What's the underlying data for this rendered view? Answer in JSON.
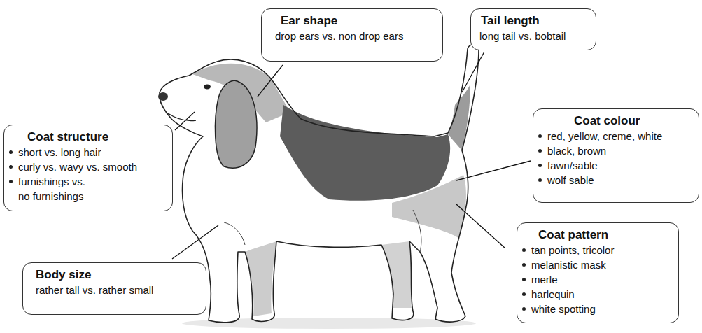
{
  "diagram": {
    "nodes": [
      {
        "text": [
          "Ear shape",
          "drop ears vs. non drop ears"
        ]
      },
      {
        "text": [
          "Tail length",
          "long tail vs. bobtail"
        ]
      },
      {
        "text": [
          "Coat colour",
          "red, yellow, creme, white",
          "black, brown",
          "fawn/sable",
          "wolf sable"
        ]
      },
      {
        "text": [
          "Coat structure",
          "short vs. long hair",
          "curly vs. wavy vs. smooth",
          "furnishings vs. no furnishings"
        ]
      },
      {
        "text": [
          "Coat pattern",
          "tan points, tricolor",
          "melanistic mask",
          "merle",
          "harlequin",
          "white spotting"
        ]
      },
      {
        "text": [
          "Body size",
          "rather tall vs. rather small"
        ]
      }
    ]
  }
}
